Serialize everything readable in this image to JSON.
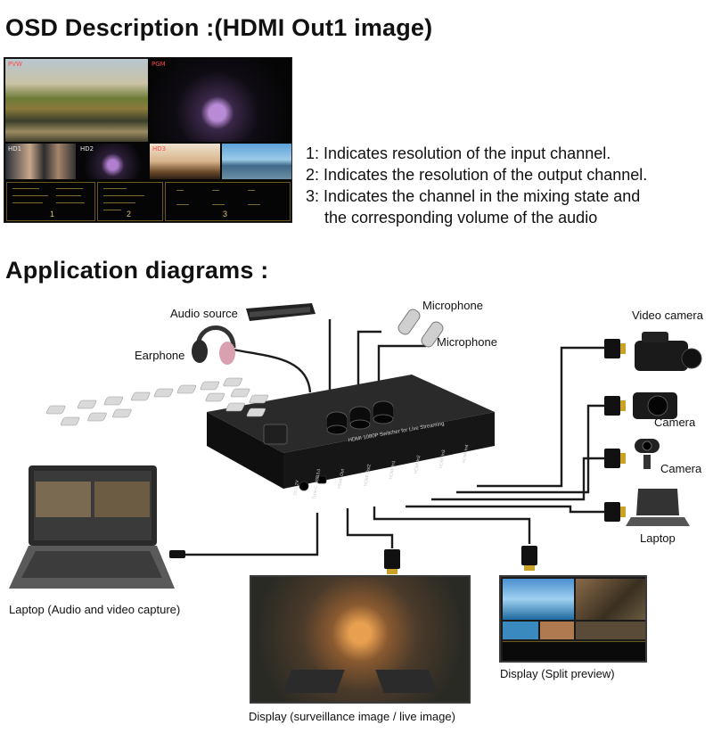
{
  "osd": {
    "title": "OSD Description :(HDMI Out1 image)",
    "preview": {
      "pvw_tag": "PVW",
      "pgm_tag": "PGM",
      "hd1_tag": "HD1",
      "hd2_tag": "HD2",
      "hd3_tag": "HD3",
      "marker_1": "1",
      "marker_2": "2",
      "marker_3": "3"
    },
    "notes": [
      "1: Indicates resolution of the input channel.",
      "2: Indicates the resolution of the output channel.",
      "3: Indicates the channel in the mixing state and",
      "the corresponding volume of the audio"
    ]
  },
  "application": {
    "title": "Application diagrams :",
    "labels": {
      "audio_source": "Audio source",
      "microphone_1": "Microphone",
      "microphone_2": "Microphone",
      "earphone": "Earphone",
      "video_camera": "Video camera",
      "camera_1": "Camera",
      "camera_2": "Camera",
      "laptop_input": "Laptop",
      "laptop_capture": "Laptop (Audio and video capture)",
      "display_live": "Display (surveillance image / live image)",
      "display_split": "Display (Split preview)"
    },
    "device": {
      "panel_text": "HDMI 1080P Switcher for Live Streaming",
      "dc_port": "DC/12V",
      "usb_port": "Type-C USB3.0",
      "out_port": "HDMI Out",
      "port_2": "HDMI Out2",
      "port_3": "HDMI In1",
      "port_4": "HDMI In2",
      "port_5": "HDMI In3",
      "port_6": "HDMI In4"
    }
  },
  "colors": {
    "cable": "#1a1a1a",
    "device_body": "#161616",
    "osd_accent": "#d9c27a",
    "tag_red": "#ff4a4a"
  }
}
